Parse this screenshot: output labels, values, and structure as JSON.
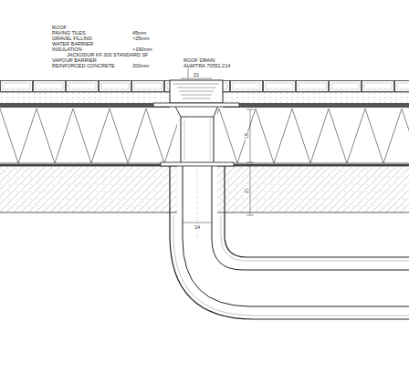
{
  "diagram": {
    "labels": [
      "ROOF",
      "PAVING TILES",
      "45mm",
      "GRAVEL FILLING",
      ">25mm",
      "WATER BARRIER",
      "INSULATION",
      ">190mm",
      "JACKODUR KF 300 STANDARD SF",
      "VAPOUR BARRIER",
      "REINFORCED CONCRETE",
      "200mm",
      "ROOF DRAIN",
      "ALWITRA 70551.214",
      "21",
      "15",
      "21",
      "14"
    ]
  }
}
